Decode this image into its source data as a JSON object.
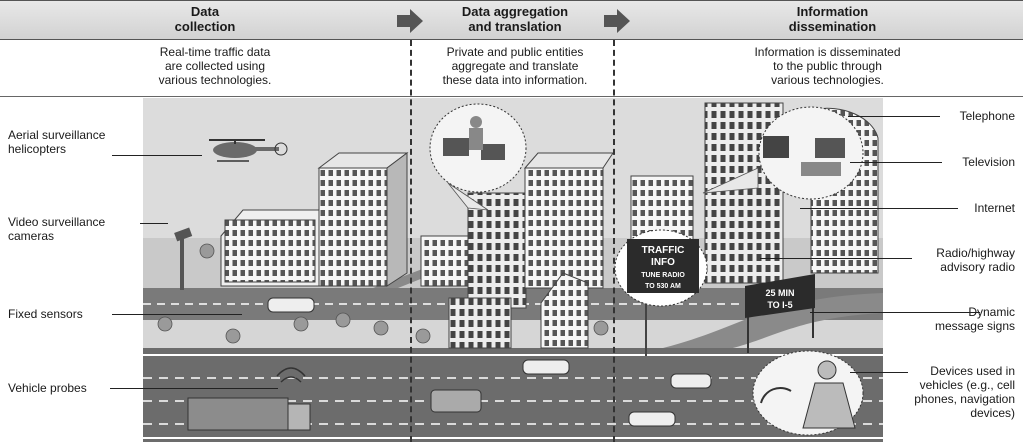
{
  "headers": [
    {
      "title": "Data\ncollection"
    },
    {
      "title": "Data aggregation\nand translation"
    },
    {
      "title": "Information\ndissemination"
    }
  ],
  "descriptions": [
    "Real-time traffic data\nare collected using\nvarious technologies.",
    "Private and public entities\naggregate and translate\nthese data into information.",
    "Information is disseminated\nto the public through\nvarious technologies."
  ],
  "left_labels": [
    "Aerial surveillance\nhelicopters",
    "Video surveillance\ncameras",
    "Fixed sensors",
    "Vehicle probes"
  ],
  "right_labels": [
    "Telephone",
    "Television",
    "Internet",
    "Radio/highway\nadvisory radio",
    "Dynamic\nmessage signs",
    "Devices used in\nvehicles (e.g., cell\nphones, navigation\ndevices)"
  ],
  "sign_traffic_info": [
    "TRAFFIC",
    "INFO",
    "TUNE RADIO",
    "TO 530 AM"
  ],
  "sign_message": [
    "25 MIN",
    "TO I-5"
  ],
  "colors": {
    "header_bg": "#d8d8d8",
    "scene_bg": "#d9d9d9",
    "road": "#6e6e6e",
    "building": "#f4f4f4",
    "arrow": "#555555"
  }
}
